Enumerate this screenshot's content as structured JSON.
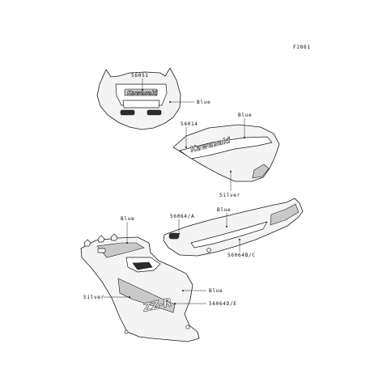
{
  "code": "F2861",
  "labels": {
    "p56051": "56051",
    "p56014": "56014",
    "p56064a": "56064/A",
    "p56064bc": "56064B/C",
    "p56064de": "56064D/E",
    "blue_cowl": "Blue",
    "blue_tank": "Blue",
    "silver_tank": "Silver",
    "blue_tail": "Blue",
    "blue_fair_top": "Blue",
    "blue_fair": "Blue",
    "silver_fair": "Silver"
  },
  "logos": {
    "cowl": "Kawasaki",
    "tank": "Kawasaki",
    "fairing": "ZZ-R"
  }
}
